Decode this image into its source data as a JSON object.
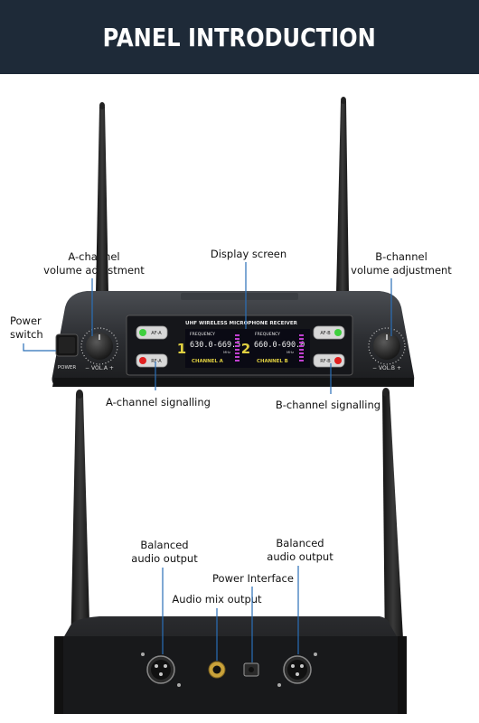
{
  "header": {
    "title": "PANEL INTRODUCTION"
  },
  "front_labels": {
    "a_volume": [
      "A-channel",
      "volume adjustment"
    ],
    "display": "Display screen",
    "b_volume": [
      "B-channel",
      "volume adjustment"
    ],
    "power_switch": [
      "Power",
      "switch"
    ],
    "a_signal": "A-channel signalling",
    "b_signal": "B-channel signalling"
  },
  "device_front": {
    "power_text": "POWER",
    "vol_a_text": "−  VOL.A  +",
    "vol_b_text": "−  VOL.B  +",
    "display_title": "UHF WIRELESS MICROPHONE RECEIVER",
    "af_a": "AF-A",
    "rf_a": "RF-A",
    "af_b": "AF-B",
    "rf_b": "RF-B",
    "ch1_num": "1",
    "ch2_num": "2",
    "freq_label": "FREQUENCY",
    "freq_a": "630.0-669.5",
    "freq_b": "660.0-690.0",
    "mhz": "MHz",
    "channel_a": "CHANNEL  A",
    "channel_b": "CHANNEL  B"
  },
  "rear_labels": {
    "bal_left": [
      "Balanced",
      "audio output"
    ],
    "bal_right": [
      "Balanced",
      "audio output"
    ],
    "power_interface": "Power Interface",
    "audio_mix": "Audio mix output"
  },
  "colors": {
    "header_bg": "#1e2a38",
    "led_green": "#3ecf3e",
    "led_red": "#e02020",
    "display_bg": "#0a0a14",
    "display_text": "#e0d040",
    "bar_purple": "#c040d0",
    "leader_blue": "#2a6fb8"
  }
}
